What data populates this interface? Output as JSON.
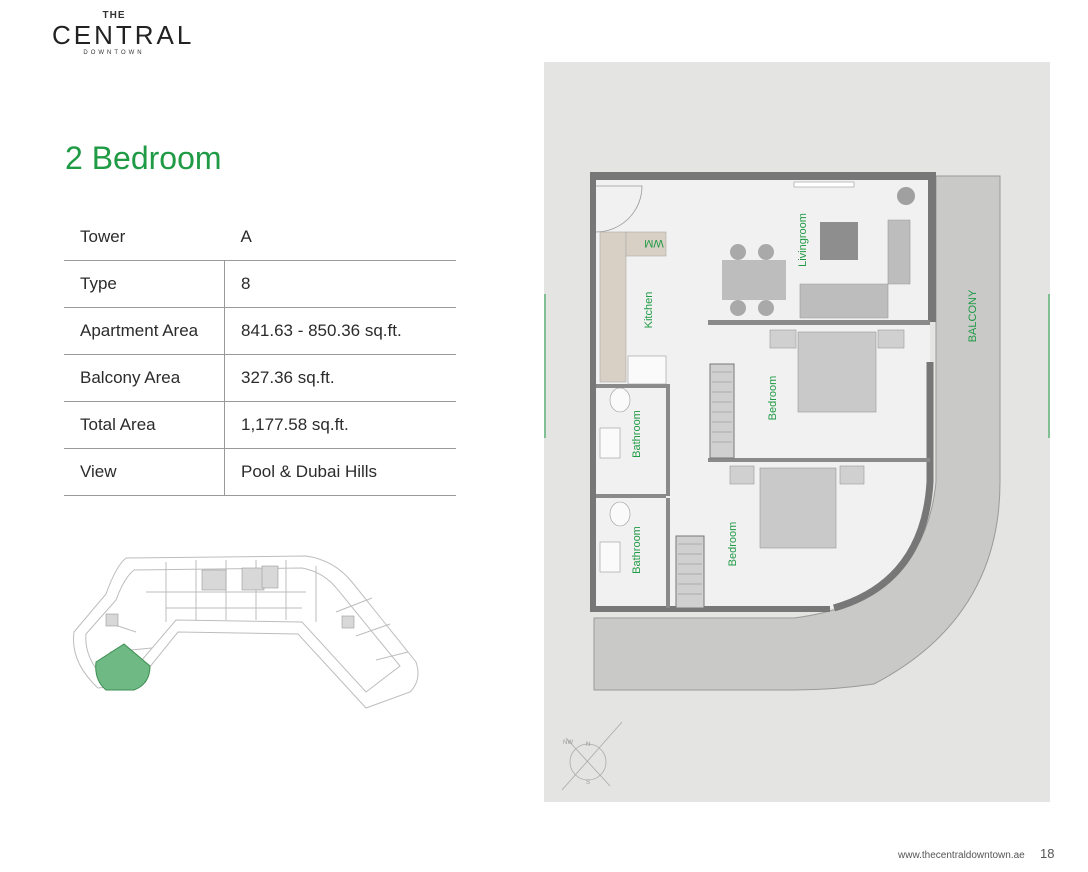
{
  "brand": {
    "the": "THE",
    "name": "CENTRAL",
    "sub": "DOWNTOWN"
  },
  "title": "2 Bedroom",
  "specs": [
    {
      "label": "Tower",
      "value": "A"
    },
    {
      "label": "Type",
      "value": "8"
    },
    {
      "label": "Apartment Area",
      "value": "841.63 - 850.36 sq.ft."
    },
    {
      "label": "Balcony Area",
      "value": "327.36 sq.ft."
    },
    {
      "label": "Total Area",
      "value": "1,177.58 sq.ft."
    },
    {
      "label": "View",
      "value": "Pool & Dubai Hills"
    }
  ],
  "plan": {
    "rooms": {
      "wm": "WM",
      "kitchen": "Kitchen",
      "livingroom": "Livingroom",
      "balcony": "BALCONY",
      "bedroom1": "Bedroom",
      "bedroom2": "Bedroom",
      "bathroom1": "Bathroom",
      "bathroom2": "Bathroom"
    },
    "compass": {
      "n": "N",
      "s": "S",
      "nw": "NW"
    },
    "accent_color": "#1f9a45"
  },
  "footer": {
    "url": "www.thecentraldowntown.ae",
    "page": "18"
  }
}
